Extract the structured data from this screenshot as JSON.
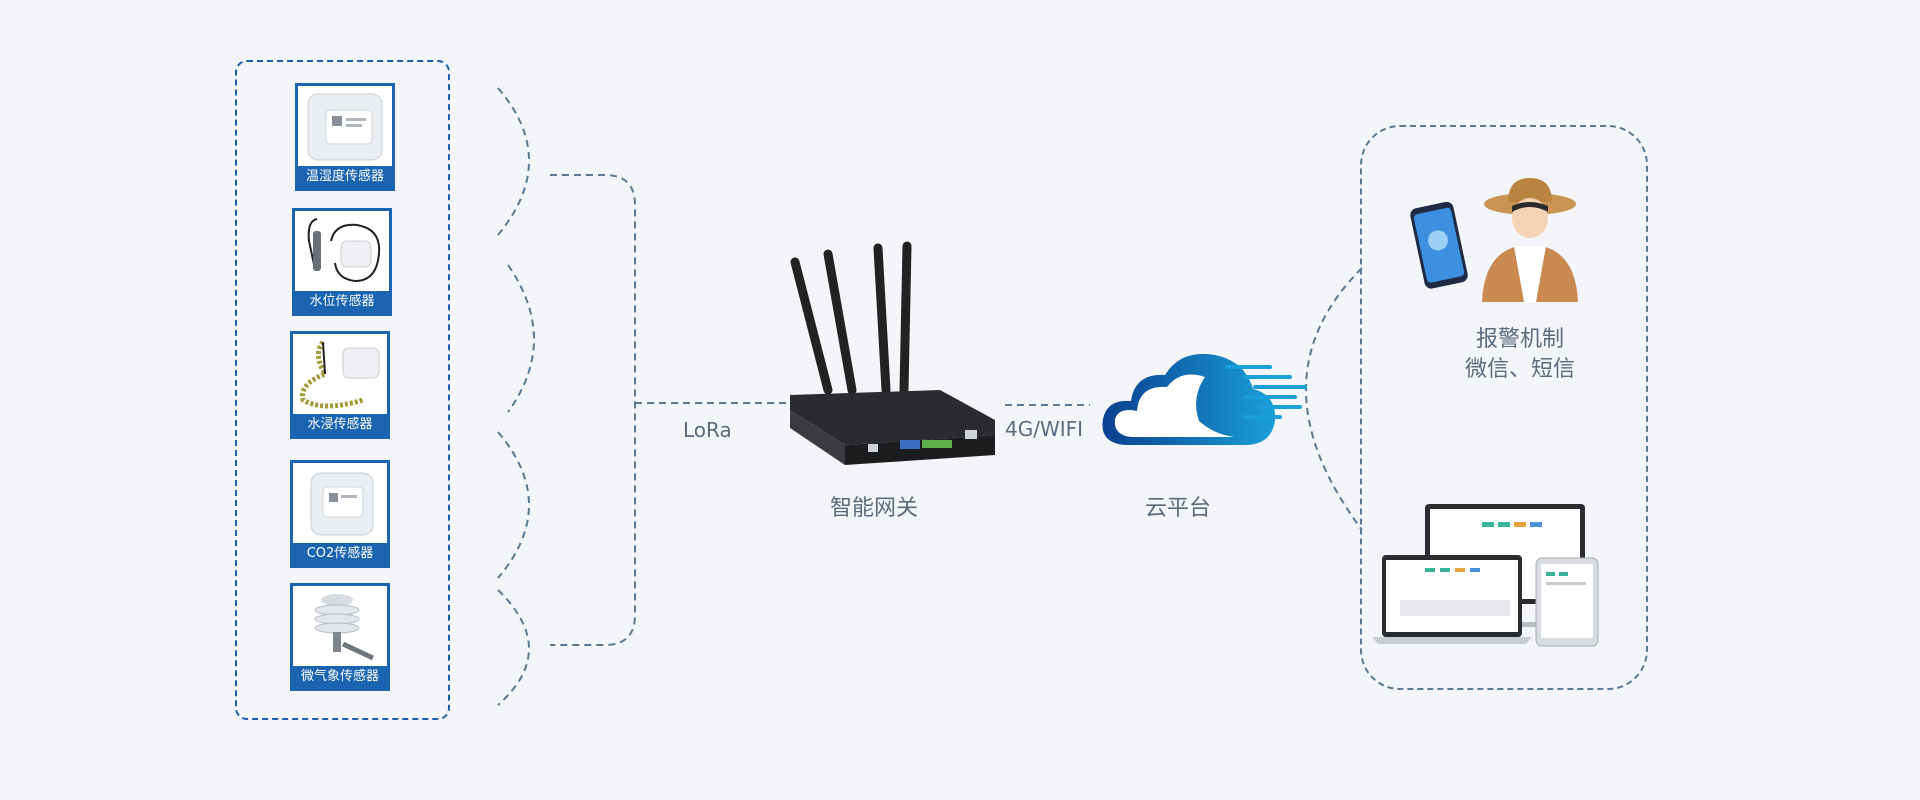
{
  "sensors": [
    {
      "label": "温湿度传感器",
      "icon": "thermo-hygrometer-icon"
    },
    {
      "label": "水位传感器",
      "icon": "water-level-probe-icon"
    },
    {
      "label": "水浸传感器",
      "icon": "water-leak-sensor-icon"
    },
    {
      "label": "CO2传感器",
      "icon": "co2-sensor-icon"
    },
    {
      "label": "微气象传感器",
      "icon": "weather-station-icon"
    }
  ],
  "links": {
    "sensor_to_gateway": "LoRa",
    "gateway_to_cloud": "4G/WIFI"
  },
  "gateway": {
    "label": "智能网关",
    "icon": "router-gateway-icon"
  },
  "cloud": {
    "label": "云平台",
    "icon": "cloud-icon"
  },
  "alarm": {
    "line1": "报警机制",
    "line2": "微信、短信"
  },
  "colors": {
    "accent": "#1a64b0",
    "dashed": "#5a7a94",
    "text": "#5a6b7e"
  }
}
